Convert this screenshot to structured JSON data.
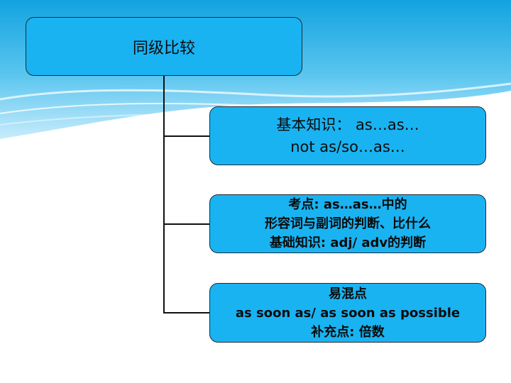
{
  "root": {
    "label": "同级比较"
  },
  "nodes": [
    {
      "lines": [
        "基本知识： as…as…",
        "not as/so…as…"
      ]
    },
    {
      "lines": [
        "考点: as…as…中的",
        "形容词与副词的判断、比什么",
        "基础知识: adj/ adv的判断"
      ]
    },
    {
      "lines": [
        "易混点",
        "as soon as/ as soon as possible",
        "补充点: 倍数"
      ]
    }
  ]
}
